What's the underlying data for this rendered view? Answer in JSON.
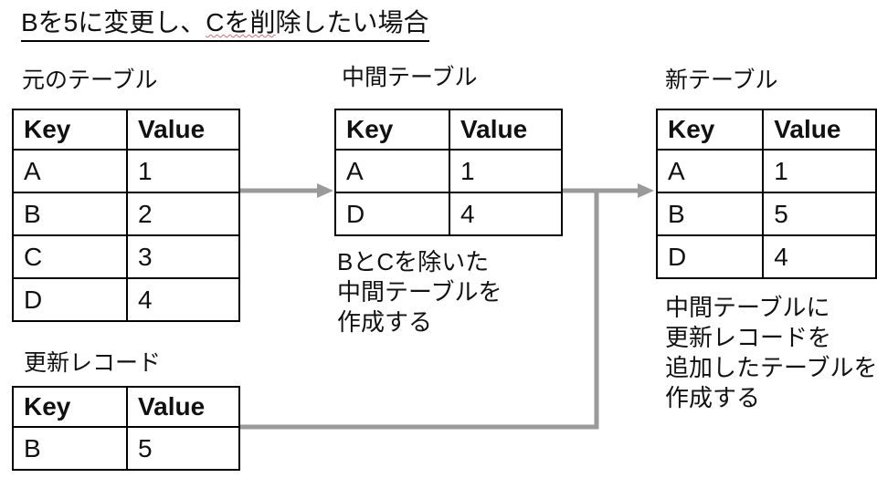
{
  "title": {
    "part1": "Bを5に変更し、",
    "part2": "Cを削",
    "part3": "除したい場合"
  },
  "colors": {
    "connector": "#9a9a9a",
    "table_border": "#000000",
    "text": "#111111",
    "spellcheck_underline": "#e06666"
  },
  "tables": {
    "original": {
      "label": "元のテーブル",
      "headers": [
        "Key",
        "Value"
      ],
      "rows": [
        [
          "A",
          "1"
        ],
        [
          "B",
          "2"
        ],
        [
          "C",
          "3"
        ],
        [
          "D",
          "4"
        ]
      ]
    },
    "intermediate": {
      "label": "中間テーブル",
      "headers": [
        "Key",
        "Value"
      ],
      "rows": [
        [
          "A",
          "1"
        ],
        [
          "D",
          "4"
        ]
      ]
    },
    "new": {
      "label": "新テーブル",
      "headers": [
        "Key",
        "Value"
      ],
      "rows": [
        [
          "A",
          "1"
        ],
        [
          "B",
          "5"
        ],
        [
          "D",
          "4"
        ]
      ]
    },
    "update": {
      "label": "更新レコード",
      "headers": [
        "Key",
        "Value"
      ],
      "rows": [
        [
          "B",
          "5"
        ]
      ]
    }
  },
  "annotations": {
    "intermediate_note": [
      "BとCを除いた",
      "中間テーブルを",
      "作成する"
    ],
    "new_note": [
      "中間テーブルに",
      "更新レコードを",
      "追加したテーブルを",
      "作成する"
    ]
  }
}
